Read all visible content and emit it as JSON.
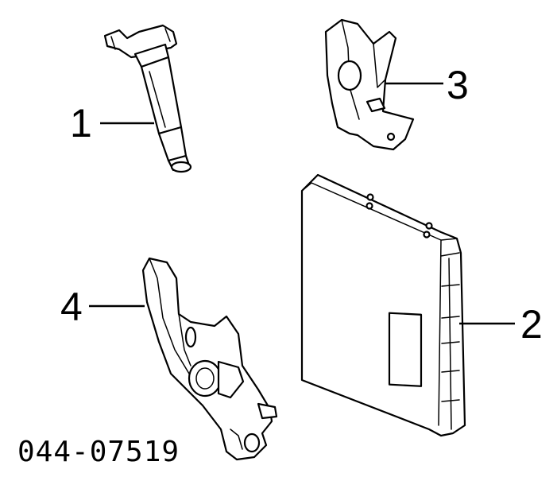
{
  "diagram": {
    "callouts": [
      {
        "label": "1",
        "part": "ignition-coil"
      },
      {
        "label": "2",
        "part": "engine-control-module"
      },
      {
        "label": "3",
        "part": "upper-bracket"
      },
      {
        "label": "4",
        "part": "lower-bracket"
      }
    ],
    "reference_code": "044-07519",
    "colors": {
      "ink": "#000000",
      "paper": "#ffffff"
    }
  }
}
